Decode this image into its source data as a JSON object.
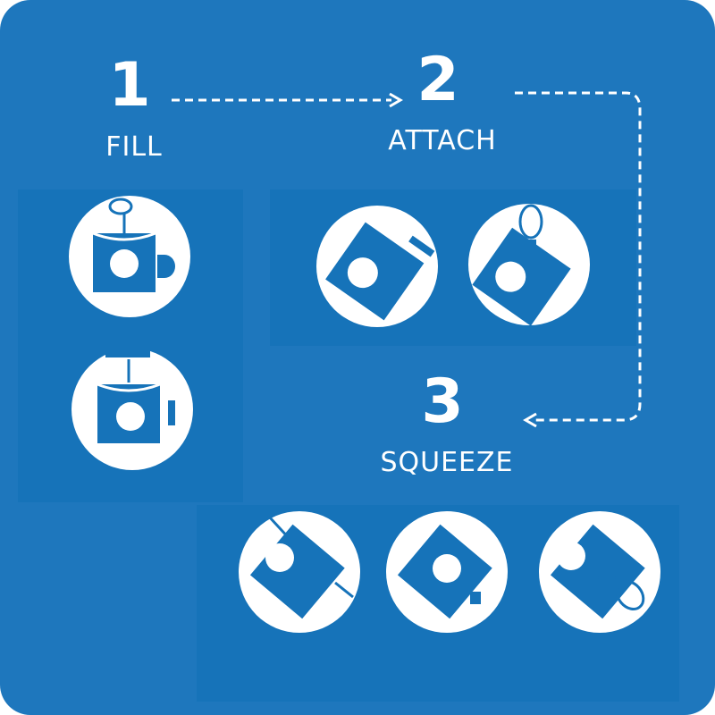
{
  "steps": [
    {
      "number": "1",
      "label": "FILL"
    },
    {
      "number": "2",
      "label": "ATTACH"
    },
    {
      "number": "3",
      "label": "SQUEEZE"
    }
  ],
  "icons": {
    "fill": [
      "fill-from-bottle-icon",
      "fill-from-dispenser-icon"
    ],
    "attach": [
      "attach-cap-icon",
      "attach-bulb-icon"
    ],
    "squeeze": [
      "squeeze-cap-icon",
      "squeeze-spout-icon",
      "squeeze-bulb-icon"
    ]
  },
  "colors": {
    "background": "#1e77bd",
    "panel": "#1673b9",
    "foreground": "#ffffff"
  }
}
